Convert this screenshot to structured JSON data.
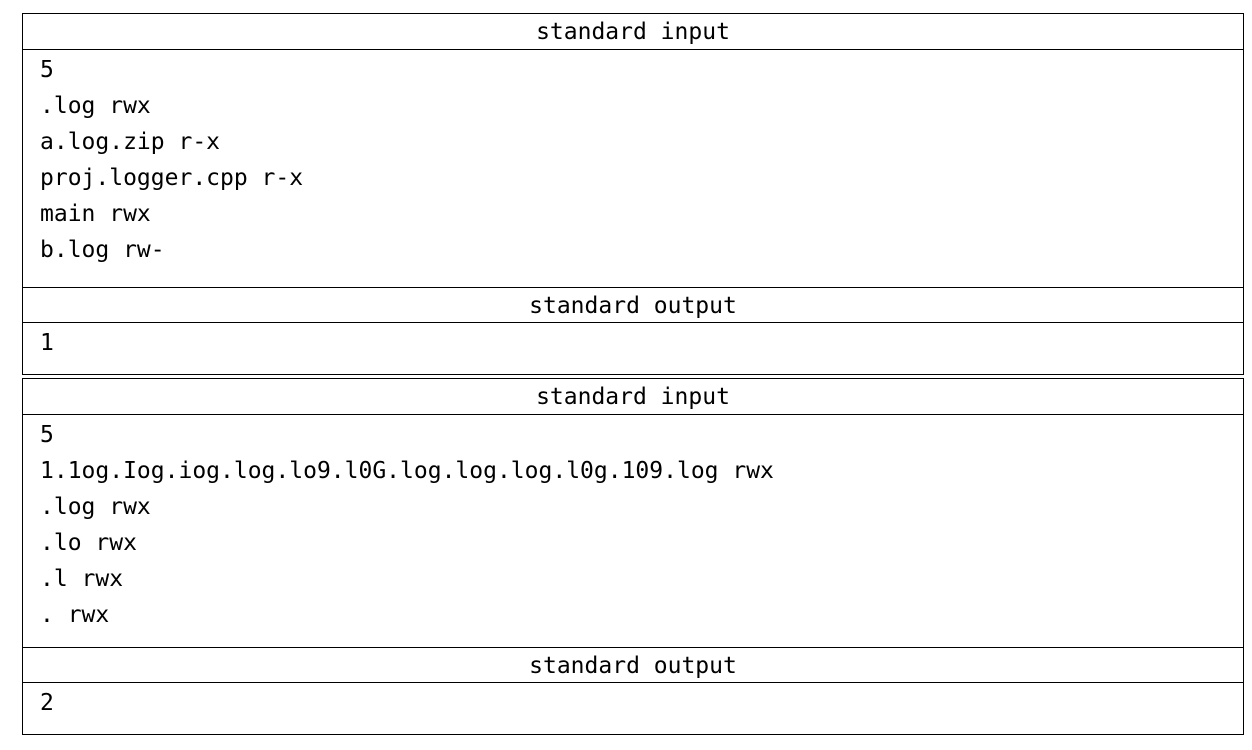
{
  "examples": [
    {
      "input_header": "standard input",
      "input_lines": [
        "5",
        ".log rwx",
        "a.log.zip r-x",
        "proj.logger.cpp r-x",
        "main rwx",
        "b.log rw-"
      ],
      "output_header": "standard output",
      "output_lines": [
        "1"
      ]
    },
    {
      "input_header": "standard input",
      "input_lines": [
        "5",
        "1.1og.Iog.iog.log.lo9.l0G.log.log.log.l0g.109.log rwx",
        ".log rwx",
        ".lo rwx",
        ".l rwx",
        ". rwx"
      ],
      "output_header": "standard output",
      "output_lines": [
        "2"
      ]
    }
  ]
}
